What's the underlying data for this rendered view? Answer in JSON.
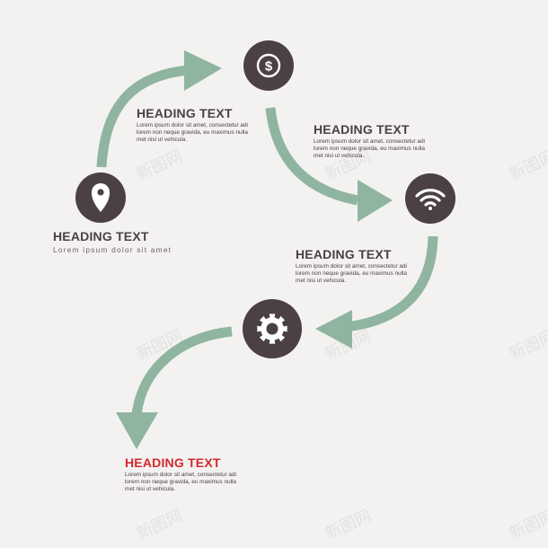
{
  "colors": {
    "arrow": "#8fb5a0",
    "circle": "#4b4045",
    "heading": "#4b4045",
    "accent": "#d4282e"
  },
  "watermark": "新图网",
  "nodes": [
    {
      "icon": "location-pin-icon"
    },
    {
      "icon": "dollar-coin-icon"
    },
    {
      "icon": "wifi-icon"
    },
    {
      "icon": "gear-icon"
    }
  ],
  "blocks": {
    "pin": {
      "heading": "HEADING TEXT",
      "sub": "Lorem ipsum dolor sit amet"
    },
    "dollar": {
      "heading": "HEADING TEXT",
      "lines": [
        "Lorem ipsum dolor sit amet, consectetur adi",
        "lorem non neque gravida, eu maximus nulla",
        "met nisi ut vehicula."
      ]
    },
    "wifi": {
      "heading": "HEADING TEXT",
      "lines": [
        "Lorem ipsum dolor sit amet, consectetur adi",
        "lorem non neque gravida, eu maximus nulla",
        "met nisi ut vehicula."
      ]
    },
    "gear": {
      "heading": "HEADING TEXT",
      "lines": [
        "Lorem ipsum dolor sit amet, consectetur adi",
        "lorem non neque gravida, eu maximus nulla",
        "met nisi ut vehicula."
      ]
    },
    "final": {
      "heading": "HEADING TEXT",
      "lines": [
        "Lorem ipsum dolor sit amet, consectetur adi",
        "lorem non neque gravida, eu maximus nulla",
        "met nisi ut vehicula."
      ]
    }
  }
}
